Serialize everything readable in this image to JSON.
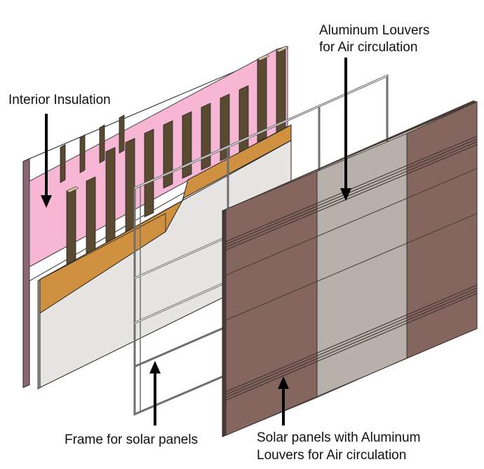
{
  "labels": {
    "interior_insulation": "Interior Insulation",
    "louvers_line1": "Aluminum Louvers",
    "louvers_line2": "for Air circulation",
    "frame": "Frame for solar panels",
    "panels_line1": "Solar panels with Aluminum",
    "panels_line2": "Louvers for Air circulation"
  },
  "colors": {
    "insulation_pink": "#f7b6d4",
    "stud_wood": "#5b4a32",
    "sheathing_osb": "#cf9040",
    "gypsum_board": "#e6e5e2",
    "frame_line": "#6f6f6f",
    "solar_panel_brown": "#84665e",
    "louver_band_grey": "#b7b0ab"
  }
}
